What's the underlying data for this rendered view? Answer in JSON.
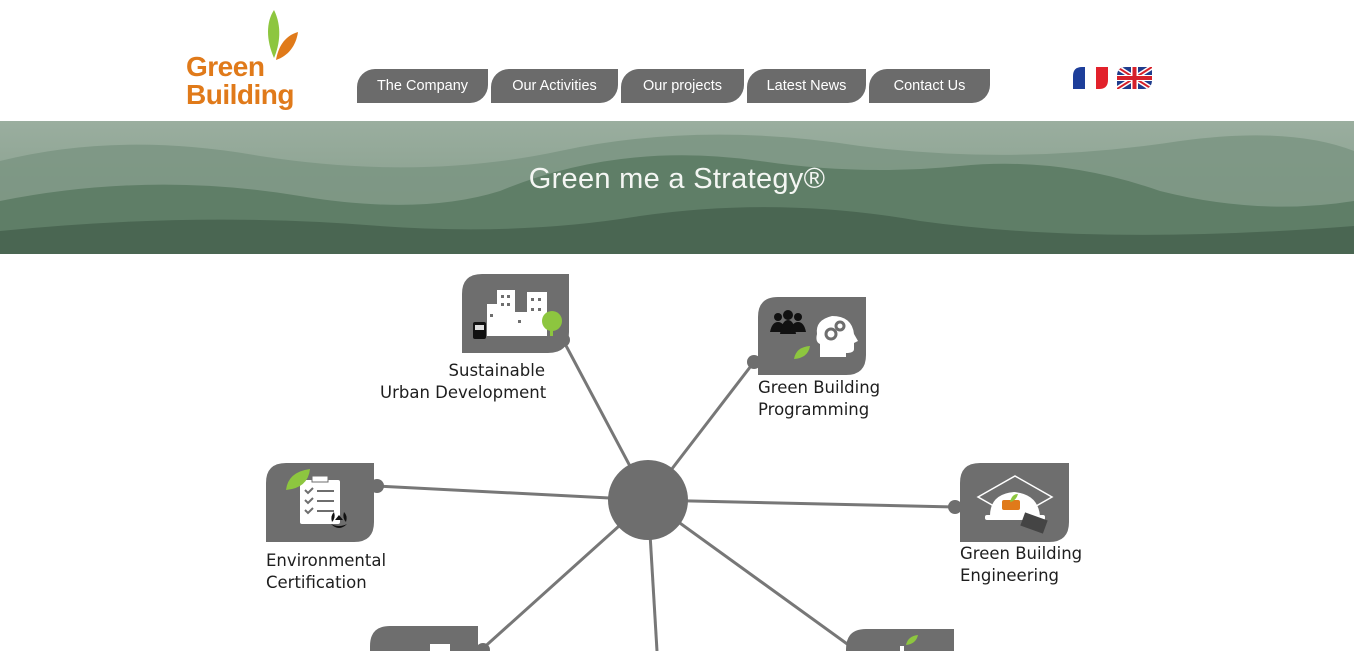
{
  "logo": {
    "line1": "Green",
    "line2": "Building"
  },
  "nav": {
    "items": [
      {
        "label": "The Company"
      },
      {
        "label": "Our Activities"
      },
      {
        "label": "Our projects"
      },
      {
        "label": "Latest News"
      },
      {
        "label": "Contact Us"
      }
    ]
  },
  "languages": [
    {
      "icon": "french-flag-icon"
    },
    {
      "icon": "uk-flag-icon"
    }
  ],
  "banner": {
    "title": "Green me a Strategy®"
  },
  "strategy": {
    "nodes": [
      {
        "icon": "sustainable-city-icon",
        "line1": "Sustainable",
        "line2": "Urban Development"
      },
      {
        "icon": "team-brain-gears-icon",
        "line1": "Green Building",
        "line2": "Programming"
      },
      {
        "icon": "certification-checklist-icon",
        "line1": "Environmental",
        "line2": "Certification"
      },
      {
        "icon": "engineering-helmet-icon",
        "line1": "Green Building",
        "line2": "Engineering"
      }
    ]
  },
  "colors": {
    "accent_orange": "#e07a1a",
    "leaf_green": "#8dc63f",
    "nav_gray": "#6b6b6b",
    "map_gray": "#6e6e6e"
  }
}
